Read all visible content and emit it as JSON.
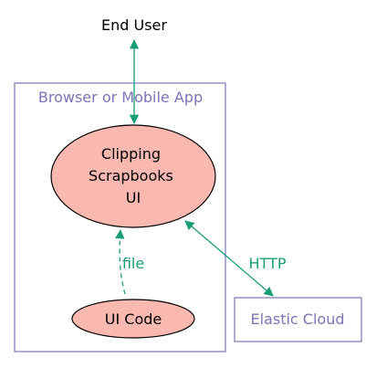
{
  "actor": {
    "label": "End User"
  },
  "boundary": {
    "label": "Browser or Mobile App"
  },
  "nodes": {
    "ui": {
      "lines": [
        "Clipping",
        "Scrapbooks",
        "UI"
      ]
    },
    "code": {
      "label": "UI Code"
    },
    "cloud": {
      "label": "Elastic Cloud"
    }
  },
  "edges": {
    "file": {
      "label": "file"
    },
    "http": {
      "label": "HTTP"
    }
  },
  "colors": {
    "boundary": "#7b74b6",
    "node_fill": "#f9b8b0",
    "edge": "#1a9e77",
    "text": "#000000"
  }
}
